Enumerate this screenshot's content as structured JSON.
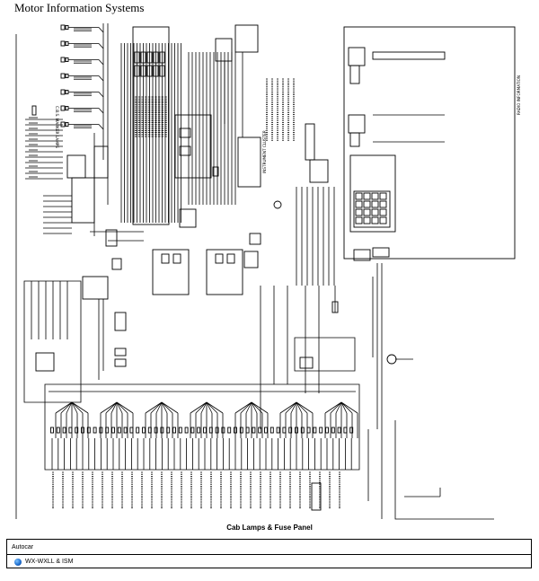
{
  "header": {
    "title": "Motor Information Systems"
  },
  "diagram": {
    "caption": "Cab Lamps & Fuse Panel",
    "labels": {
      "cab_marker_lamps": "C.B.S. MARKER LAMPS",
      "radio_information": "RADIO INFORMATION",
      "instrument_cluster": "INSTRUMENT CLUSTER"
    }
  },
  "vehicle": {
    "make": "Autocar",
    "models": [
      {
        "label": "WX-WXLL & ISM",
        "icon": "globe-icon"
      }
    ]
  }
}
